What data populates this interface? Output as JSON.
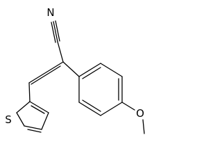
{
  "structure": {
    "type": "skeletal-formula",
    "atoms": {
      "nitrile_n": "N",
      "thiophene_s": "S",
      "ether_o": "O"
    }
  }
}
